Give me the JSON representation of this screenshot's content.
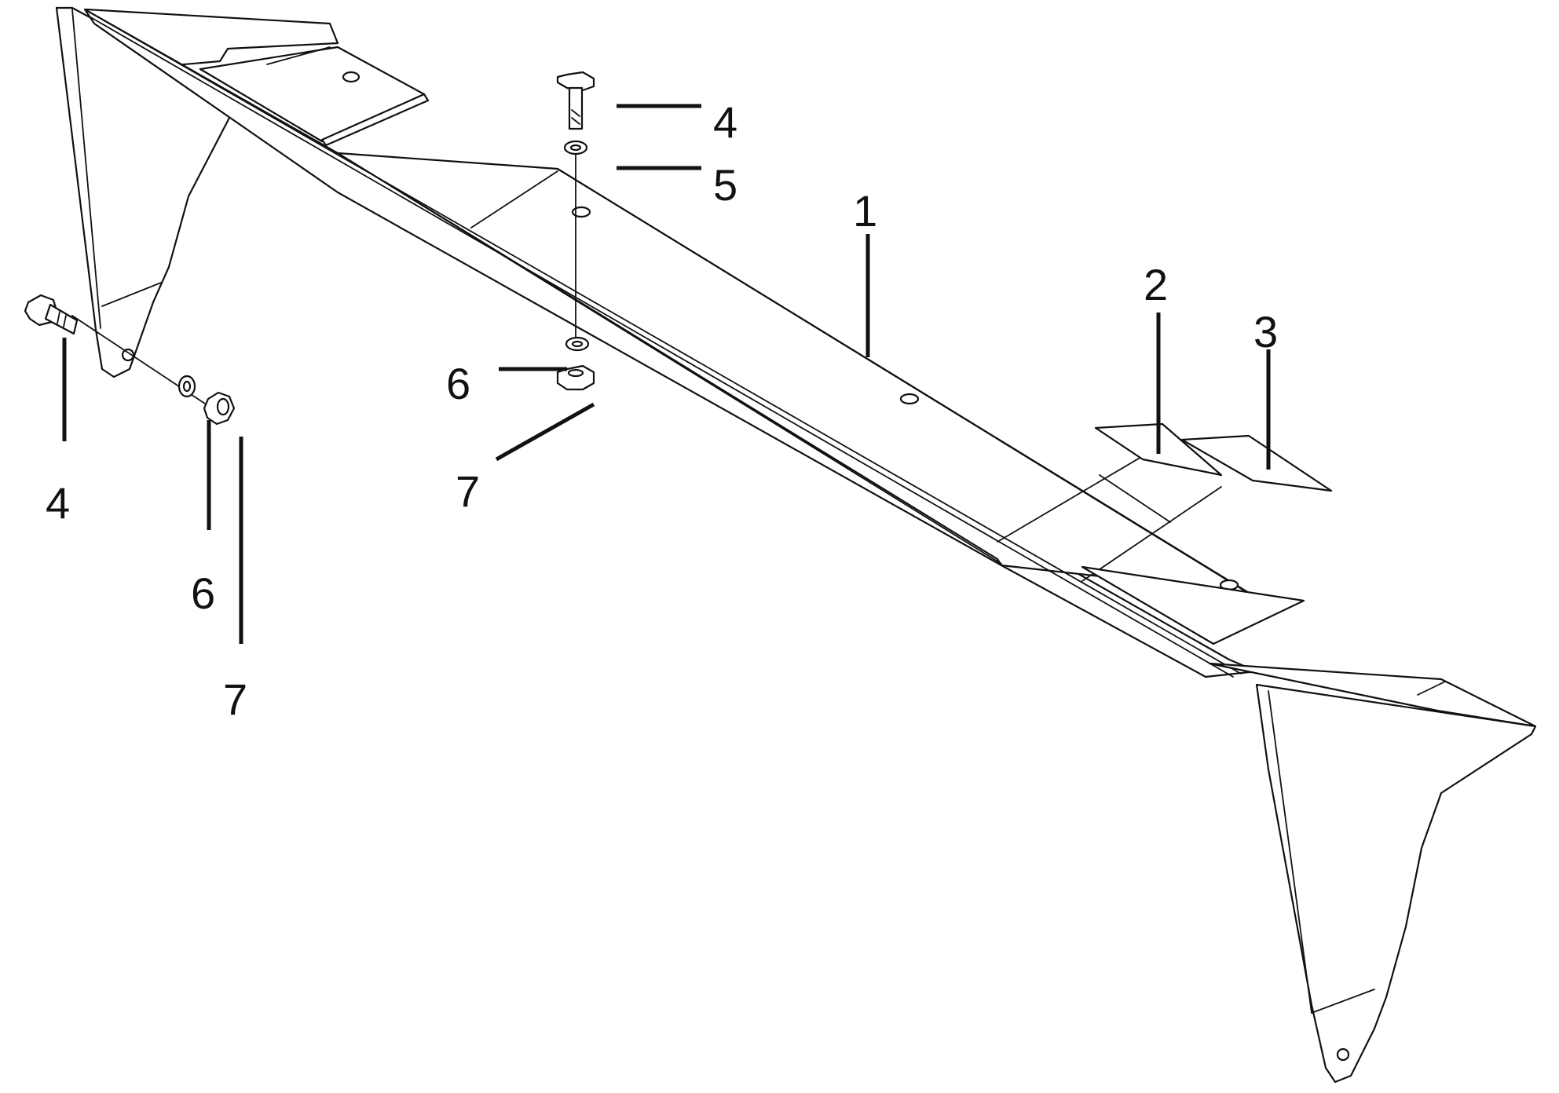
{
  "callouts": [
    {
      "id": "c1",
      "text": "1"
    },
    {
      "id": "c2",
      "text": "2"
    },
    {
      "id": "c3",
      "text": "3"
    },
    {
      "id": "c4a",
      "text": "4"
    },
    {
      "id": "c5",
      "text": "5"
    },
    {
      "id": "c6a",
      "text": "6"
    },
    {
      "id": "c7a",
      "text": "7"
    },
    {
      "id": "c4b",
      "text": "4"
    },
    {
      "id": "c6b",
      "text": "6"
    },
    {
      "id": "c7b",
      "text": "7"
    }
  ],
  "colors": {
    "line": "#111111",
    "background": "#ffffff"
  }
}
